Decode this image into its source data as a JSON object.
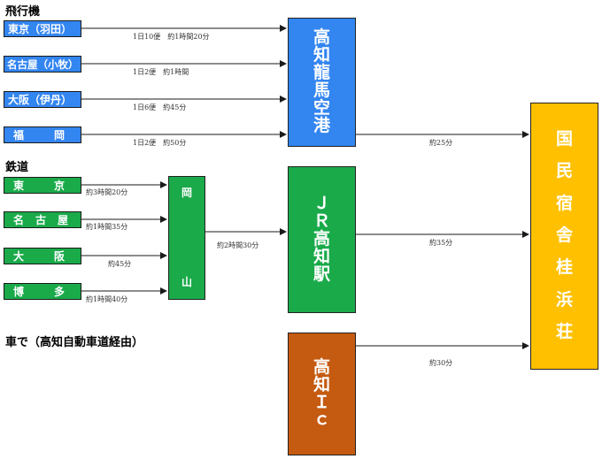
{
  "sections": {
    "air": "飛行機",
    "rail": "鉄道",
    "car": "車で（高知自動車道経由）"
  },
  "air_origins": [
    {
      "name": "東京（羽田）",
      "note": "1日10便　約1時間20分"
    },
    {
      "name": "名古屋（小牧）",
      "note": "1日2便　約1時間"
    },
    {
      "name": "大阪（伊丹）",
      "note": "1日6便　約45分"
    },
    {
      "name": [
        "福",
        "岡"
      ],
      "note": "1日2便　約50分"
    }
  ],
  "rail_origins": [
    {
      "name": [
        "東",
        "京"
      ],
      "note": "約3時間20分"
    },
    {
      "name": [
        "名",
        "古",
        "屋"
      ],
      "note": "約1時間35分"
    },
    {
      "name": [
        "大",
        "阪"
      ],
      "note": "約45分"
    },
    {
      "name": [
        "博",
        "多"
      ],
      "note": "約1時間40分"
    }
  ],
  "okayama": {
    "chars": [
      "岡",
      "山"
    ],
    "note": "約2時間30分"
  },
  "hubs": {
    "airport": {
      "chars": [
        "高",
        "知",
        "龍",
        "馬",
        "空",
        "港"
      ],
      "note": "約25分"
    },
    "station": {
      "chars": [
        "Ｊ",
        "Ｒ",
        "高",
        "知",
        "駅"
      ],
      "note": "約35分"
    },
    "ic": {
      "chars": [
        "高",
        "知",
        "Ｉ",
        "ｃ"
      ],
      "note": "約30分"
    }
  },
  "destination": {
    "chars": [
      "国",
      "民",
      "宿",
      "舎",
      "桂",
      "浜",
      "荘"
    ]
  },
  "colors": {
    "air": "#3385f0",
    "rail": "#1aaa4a",
    "ic": "#c55a11",
    "destination": "#ffc000"
  }
}
